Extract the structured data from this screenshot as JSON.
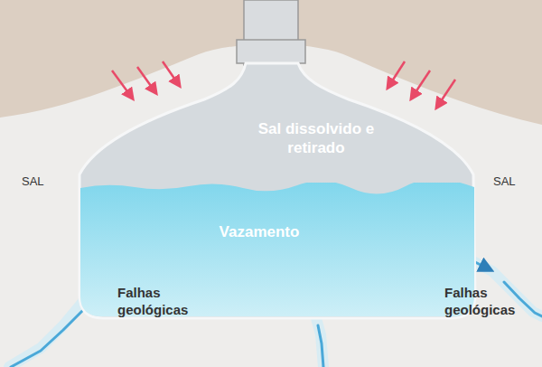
{
  "diagram": {
    "nodes": [
      {
        "text": [
          "Sal dissolvido e retirado"
        ]
      },
      {
        "text": [
          "Vazamento"
        ],
        "in": 0
      }
    ],
    "labels": [
      "SAL",
      "SAL",
      "Falhas geológicas",
      "Falhas geológicas"
    ]
  }
}
